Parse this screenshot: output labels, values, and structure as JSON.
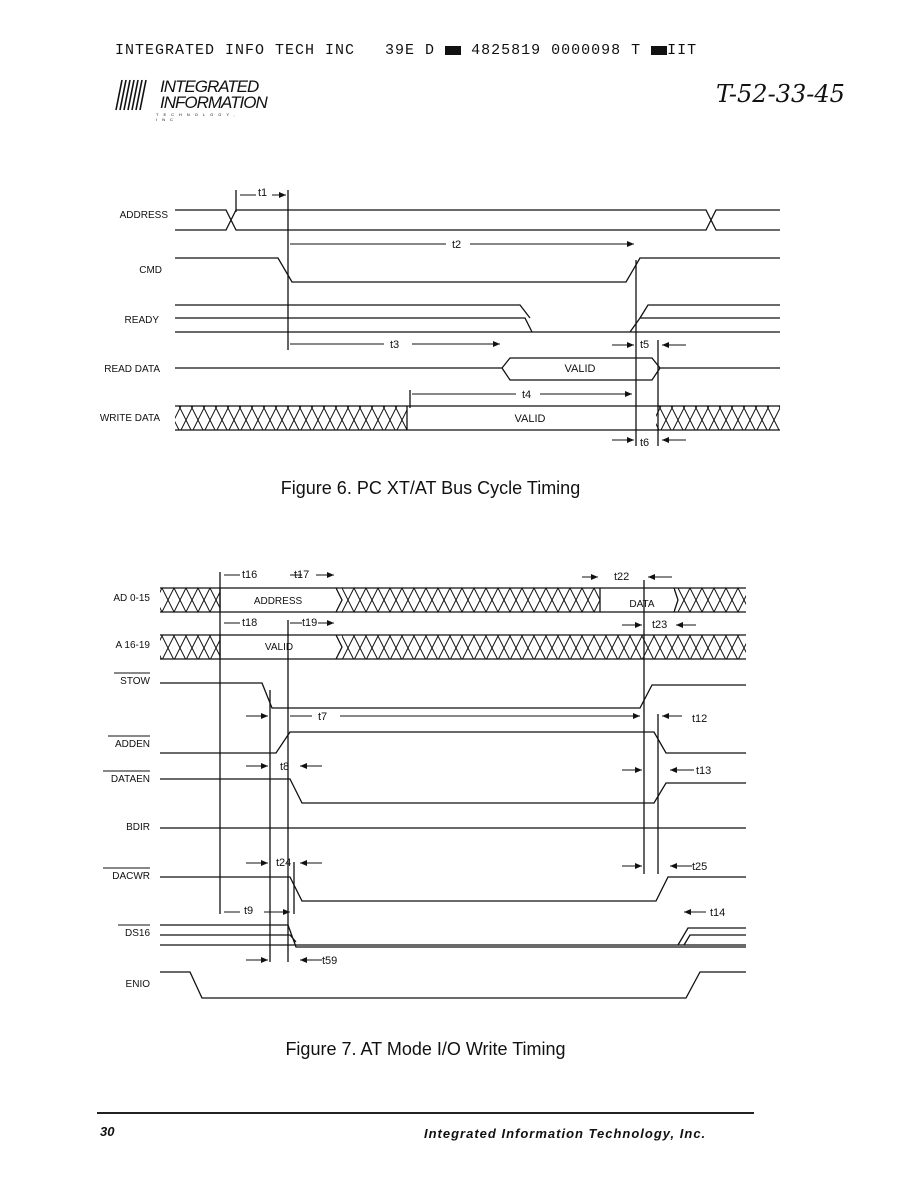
{
  "header": {
    "line_part1": "INTEGRATED INFO TECH INC   39E D ",
    "line_part2": " 4825819 0000098 T ",
    "line_part3": "IIT"
  },
  "logo": {
    "line1": "INTEGRATED",
    "line2": "INFORMATION",
    "line3": "TECHNOLOGY, INC"
  },
  "handwritten_note": "T-52-33-45",
  "figure6": {
    "caption": "Figure 6.  PC XT/AT Bus Cycle Timing",
    "signals": [
      "ADDRESS",
      "CMD",
      "READY",
      "READ DATA",
      "WRITE DATA"
    ],
    "valid_label": "VALID",
    "timings": [
      "t1",
      "t2",
      "t3",
      "t4",
      "t5",
      "t6"
    ]
  },
  "figure7": {
    "caption": "Figure 7.  AT Mode I/O Write Timing",
    "signals": [
      "AD 0-15",
      "A 16-19",
      "STOW",
      "ADDEN",
      "DATAEN",
      "BDIR",
      "DACWR",
      "DS16",
      "ENIO"
    ],
    "labels": {
      "address": "ADDRESS",
      "data": "DATA",
      "valid": "VALID"
    },
    "timings": [
      "t16",
      "t17",
      "t22",
      "t18",
      "t19",
      "t23",
      "t7",
      "t12",
      "t8",
      "t13",
      "t24",
      "t25",
      "t9",
      "t14",
      "t59"
    ]
  },
  "footer": {
    "page_number": "30",
    "company": "Integrated  Information  Technology,  Inc."
  }
}
